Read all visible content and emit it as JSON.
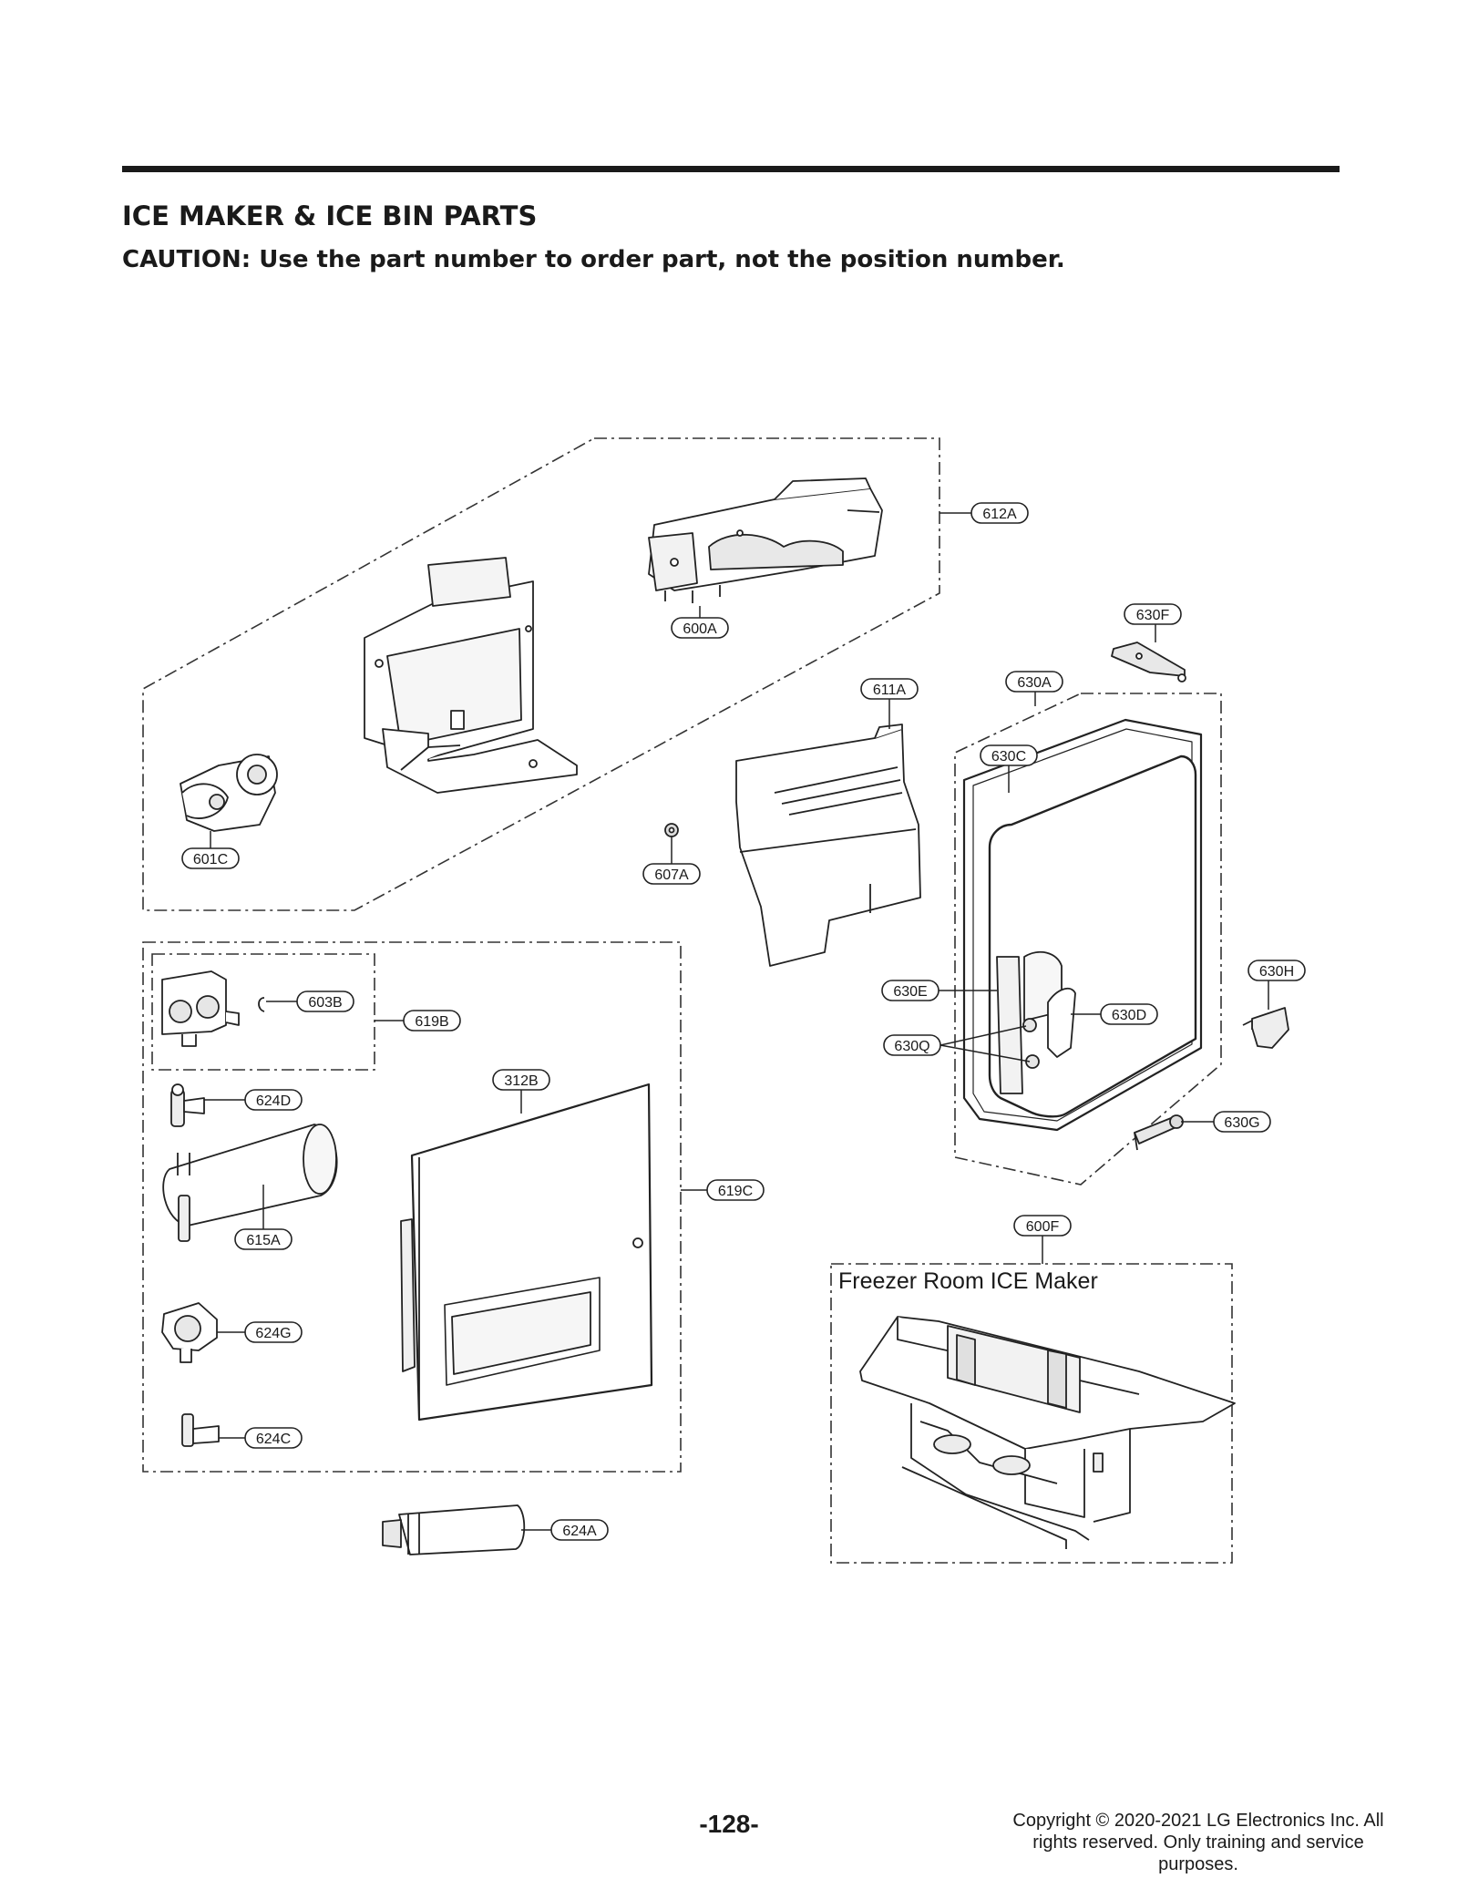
{
  "header": {
    "title": "ICE MAKER & ICE BIN PARTS",
    "caution": "CAUTION: Use the part number to order part, not the position number."
  },
  "diagram": {
    "group_labels": {
      "freezer_room_ice_maker": "Freezer Room ICE Maker"
    },
    "callouts": {
      "c612A": "612A",
      "c600A": "600A",
      "c630F": "630F",
      "c611A": "611A",
      "c630A": "630A",
      "c630C": "630C",
      "c601C": "601C",
      "c607A": "607A",
      "c630H": "630H",
      "c630E": "630E",
      "c630D": "630D",
      "c603B": "603B",
      "c619B": "619B",
      "c630Q": "630Q",
      "c312B": "312B",
      "c624D": "624D",
      "c630G": "630G",
      "c619C": "619C",
      "c600F": "600F",
      "c615A": "615A",
      "c624G": "624G",
      "c624C": "624C",
      "c624A": "624A"
    }
  },
  "footer": {
    "page_number": "-128-",
    "copyright": "Copyright © 2020-2021 LG Electronics Inc. All rights reserved. Only training and service purposes."
  }
}
